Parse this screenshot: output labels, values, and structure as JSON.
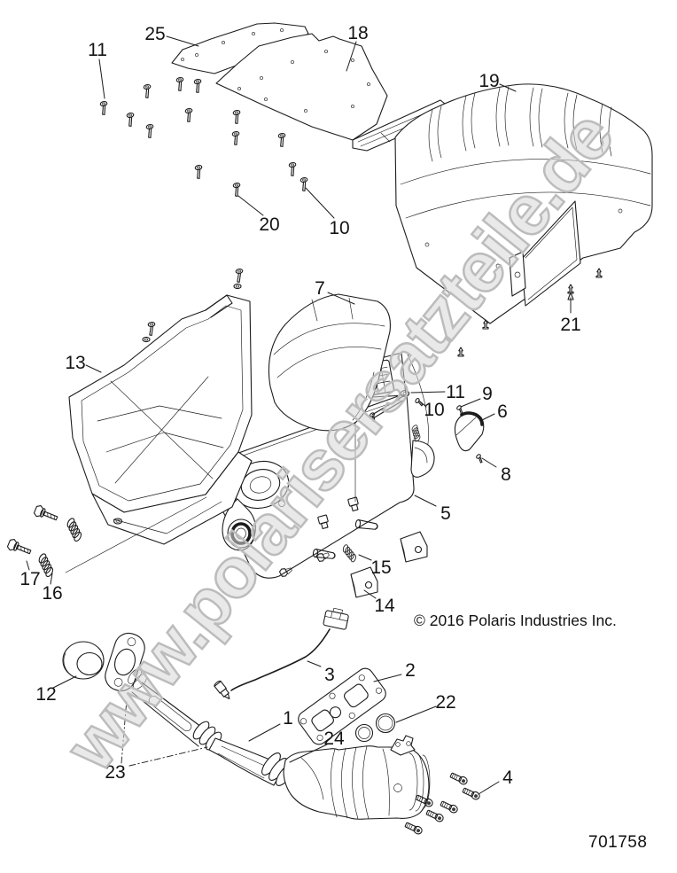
{
  "colors": {
    "background": "#ffffff",
    "line_art": "#1c1c1c",
    "watermark_gray": "#bcbcbc"
  },
  "diagram": {
    "watermark": "www.polarisersatzteile.de",
    "copyright": "© 2016 Polaris Industries Inc.",
    "part_number": "701758"
  },
  "callouts": [
    {
      "label": "25"
    },
    {
      "label": "11"
    },
    {
      "label": "18"
    },
    {
      "label": "20"
    },
    {
      "label": "10"
    },
    {
      "label": "19"
    },
    {
      "label": "21"
    },
    {
      "label": "7"
    },
    {
      "label": "13"
    },
    {
      "label": "11"
    },
    {
      "label": "10"
    },
    {
      "label": "9"
    },
    {
      "label": "6"
    },
    {
      "label": "8"
    },
    {
      "label": "5"
    },
    {
      "label": "15"
    },
    {
      "label": "14"
    },
    {
      "label": "17"
    },
    {
      "label": "16"
    },
    {
      "label": "12"
    },
    {
      "label": "3"
    },
    {
      "label": "1"
    },
    {
      "label": "23"
    },
    {
      "label": "2"
    },
    {
      "label": "22"
    },
    {
      "label": "24"
    },
    {
      "label": "4"
    }
  ]
}
